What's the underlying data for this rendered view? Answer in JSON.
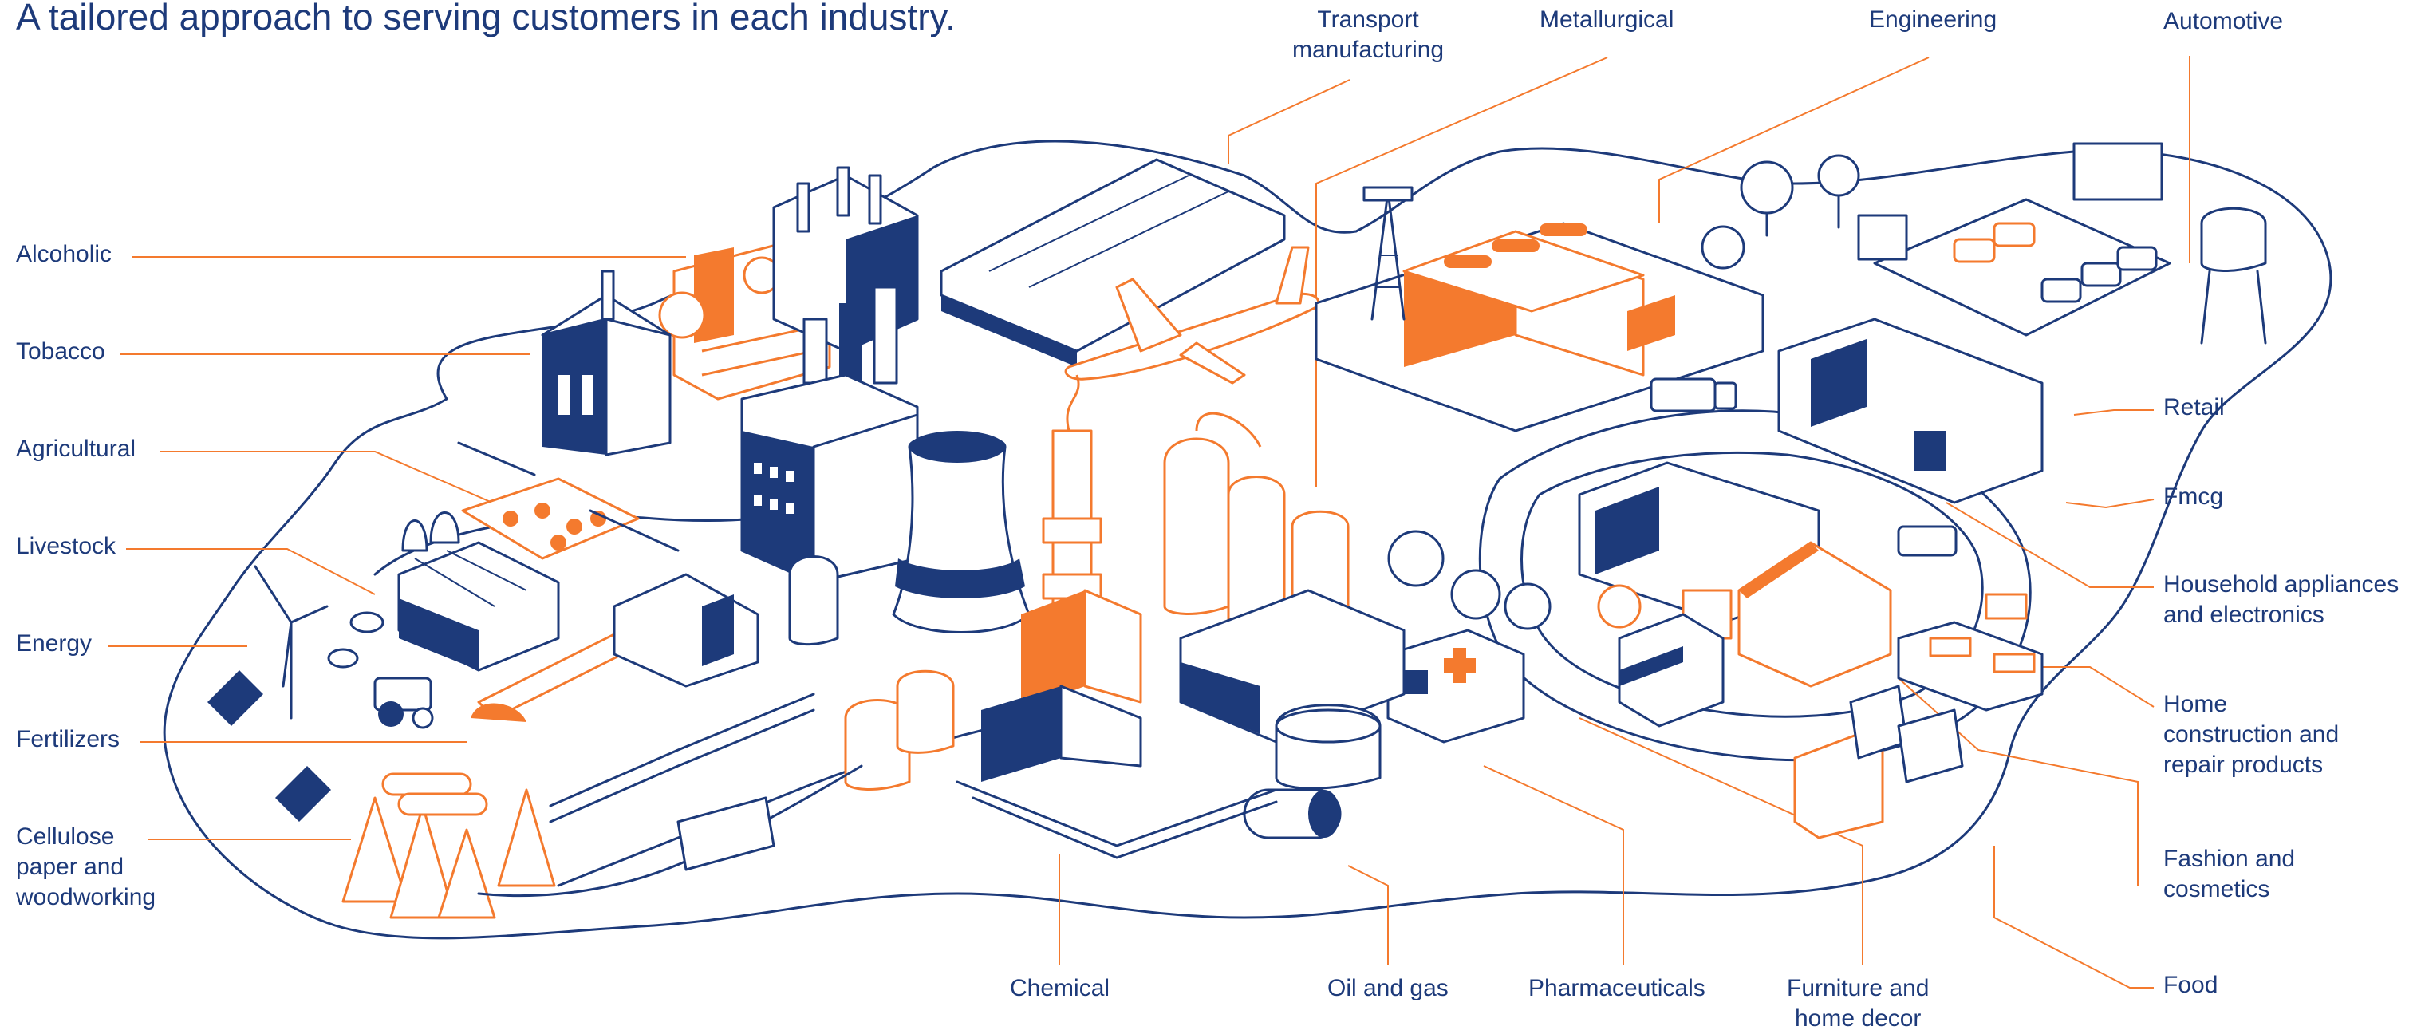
{
  "title": "A tailored approach to serving customers in each industry.",
  "colors": {
    "navy": "#1d3a7a",
    "orange": "#f47a2e",
    "orange_light": "#ffe6d6",
    "white": "#ffffff"
  },
  "labels": {
    "alcoholic": "Alcoholic",
    "tobacco": "Tobacco",
    "agricultural": "Agricultural",
    "livestock": "Livestock",
    "energy": "Energy",
    "fertilizers": "Fertilizers",
    "cellulose": [
      "Cellulose",
      "paper and",
      "woodworking"
    ],
    "transport": [
      "Transport",
      "manufacturing"
    ],
    "metallurgical": "Metallurgical",
    "engineering": "Engineering",
    "automotive": "Automotive",
    "retail": "Retail",
    "fmcg": "Fmcg",
    "household": [
      "Household appliances",
      "and electronics"
    ],
    "home_construction": [
      "Home",
      "construction and",
      "repair products"
    ],
    "fashion": [
      "Fashion and",
      "cosmetics"
    ],
    "food": "Food",
    "chemical": "Chemical",
    "oil_gas": "Oil and gas",
    "pharma": "Pharmaceuticals",
    "furniture": [
      "Furniture and",
      "home decor"
    ]
  }
}
